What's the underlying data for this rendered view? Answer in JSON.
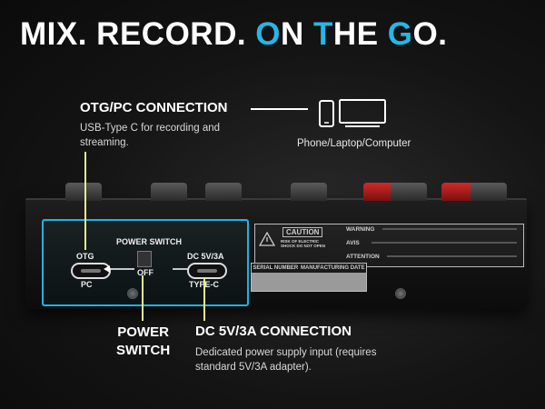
{
  "headline": {
    "part1": "MIX. RECORD. ",
    "o1": "O",
    "n": "N ",
    "t": "T",
    "he": "HE ",
    "g": "G",
    "o2": "O."
  },
  "otg_callout": {
    "title": "OTG/PC CONNECTION",
    "description": "USB-Type C for recording and streaming."
  },
  "devices": {
    "caption": "Phone/Laptop/Computer",
    "icons": [
      "phone-icon",
      "monitor-icon"
    ]
  },
  "power_switch_callout": {
    "title_line1": "POWER",
    "title_line2": "SWITCH"
  },
  "dc_callout": {
    "title": "DC 5V/3A CONNECTION",
    "description": "Dedicated power supply input (requires standard 5V/3A adapter)."
  },
  "panel": {
    "otg_label": "OTG",
    "pc_label": "PC",
    "power_switch_label": "POWER SWITCH",
    "off_label": "OFF",
    "dc_label": "DC 5V/3A",
    "typec_label": "TYPE-C"
  },
  "rear_labels": {
    "caution": "CAUTION",
    "caution_sub": "RISK OF ELECTRIC SHOCK DO NOT OPEN",
    "warning": "WARNING",
    "avis": "AVIS",
    "attention": "ATTENTION",
    "serial_number": "SERIAL NUMBER",
    "manufacturing_date": "MANUFACTURING DATE"
  },
  "colors": {
    "accent": "#27b6e6",
    "pointer": "#e8ee8a",
    "highlight_box": "#1fb3e6"
  }
}
